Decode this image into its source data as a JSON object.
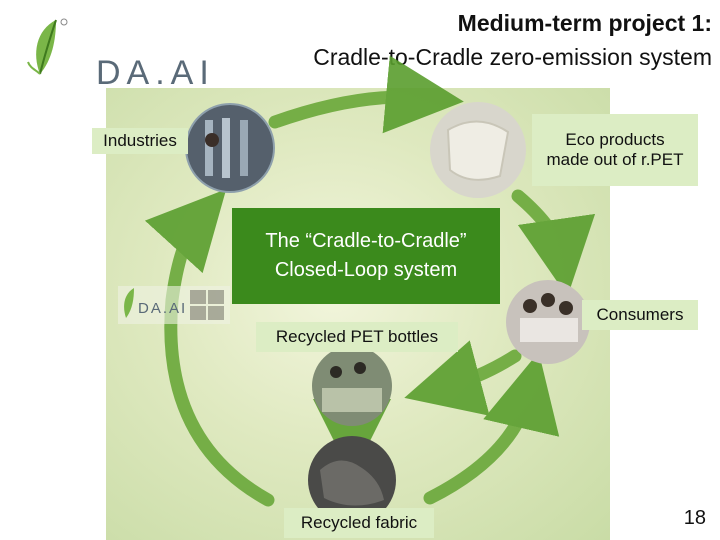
{
  "header": {
    "logo_text": "DA.AI",
    "title_line1": "Medium-term project 1:",
    "title_line2": "Cradle-to-Cradle zero-emission system"
  },
  "cycle": {
    "center_line1": "The “Cradle-to-Cradle”",
    "center_line2": "Closed-Loop system",
    "industries": "Industries",
    "eco_line1": "Eco products",
    "eco_line2": "made out of r.PET",
    "consumers": "Consumers",
    "recycled_bottles": "Recycled PET bottles",
    "recycled_fabric": "Recycled fabric",
    "inner_logo": "DA.AI"
  },
  "footer": {
    "page_number": "18"
  },
  "colors": {
    "arrow": "#5a9e2e",
    "center_box": "#3b8a1c",
    "label_bg": "#dcedc4"
  }
}
